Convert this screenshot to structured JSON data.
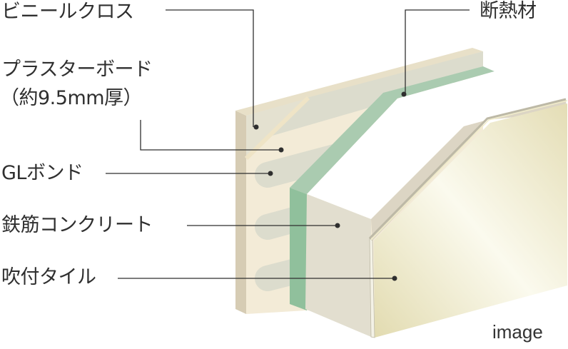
{
  "labels": {
    "vinyl_cloth": "ビニールクロス",
    "plasterboard": "プラスターボード",
    "plasterboard_thickness": "（約9.5mm厚）",
    "gl_bond": "GLボンド",
    "reinforced_concrete": "鉄筋コンクリート",
    "spray_tile": "吹付タイル",
    "insulation": "断熱材"
  },
  "note": "image",
  "colors": {
    "plasterboard": "#f3ebd7",
    "vinyl_cloth": "#dcdccd",
    "insulation_front": "#90c09c",
    "insulation_top": "#aacbb0",
    "concrete": "#e2decf",
    "spray_tile": "#e6dfb7",
    "leader": "#2f2f2f"
  }
}
